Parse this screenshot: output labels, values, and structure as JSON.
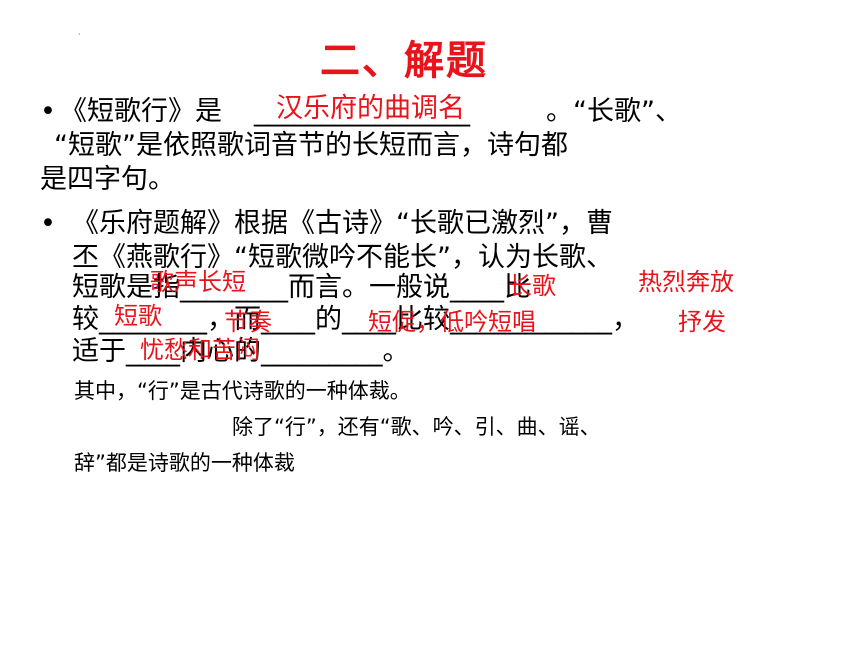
{
  "title": "二、解题",
  "para1": {
    "bullet": "•",
    "line1_a": "《短歌行》是",
    "blank1": "________________",
    "line1_b": "。“长歌”、",
    "line2": "“短歌”是依照歌词音节的长短而言，诗句都",
    "line3": "是四字句。"
  },
  "para2": {
    "bullet": "•",
    "line1": "《乐府题解》根据《古诗》“长歌已激烈”，曹",
    "line2": "丕《燕歌行》“短歌微吟不能长”，认为长歌、",
    "line3": "短歌是指________而言。一般说____比",
    "line4": "较________，而____的____比较____________，",
    "line5": "适于____内心的_________。"
  },
  "answers": {
    "a1": "汉乐府的曲调名",
    "a2": "歌声长短",
    "a3": "长歌",
    "a4": "热烈奔放",
    "a5": "短歌",
    "a6": "节奏",
    "a7": "短促，低吟短唱",
    "a8": "抒发",
    "a9": "忧愁和苦闷"
  },
  "notes": {
    "line1": "其中，“行”是古代诗歌的一种体裁。",
    "line2": "除了“行”，还有“歌、吟、引、曲、谣、",
    "line3": "辞”都是诗歌的一种体裁"
  }
}
